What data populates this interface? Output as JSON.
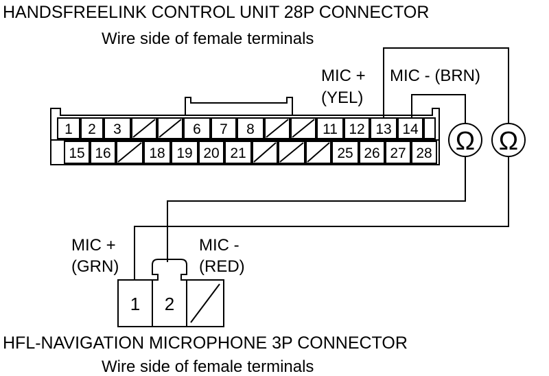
{
  "top_connector": {
    "title": "HANDSFREELINK CONTROL UNIT 28P CONNECTOR",
    "subtitle": "Wire side of female terminals",
    "row1": [
      "1",
      "2",
      "3",
      "",
      "",
      "6",
      "7",
      "8",
      "",
      "",
      "11",
      "12",
      "13",
      "14",
      ""
    ],
    "row2": [
      "15",
      "16",
      "",
      "18",
      "19",
      "20",
      "21",
      "",
      "",
      "",
      "25",
      "26",
      "27",
      "28"
    ],
    "label_mic_plus_line1": "MIC +",
    "label_mic_plus_line2": "(YEL)",
    "label_mic_minus": "MIC - (BRN)"
  },
  "meters": {
    "symbol": "Ω"
  },
  "bottom_connector": {
    "title": "HFL-NAVIGATION MICROPHONE 3P CONNECTOR",
    "subtitle": "Wire side of female terminals",
    "pins": [
      "1",
      "2",
      ""
    ],
    "label_mic_plus_line1": "MIC +",
    "label_mic_plus_line2": "(GRN)",
    "label_mic_minus_line1": "MIC -",
    "label_mic_minus_line2": "(RED)"
  }
}
